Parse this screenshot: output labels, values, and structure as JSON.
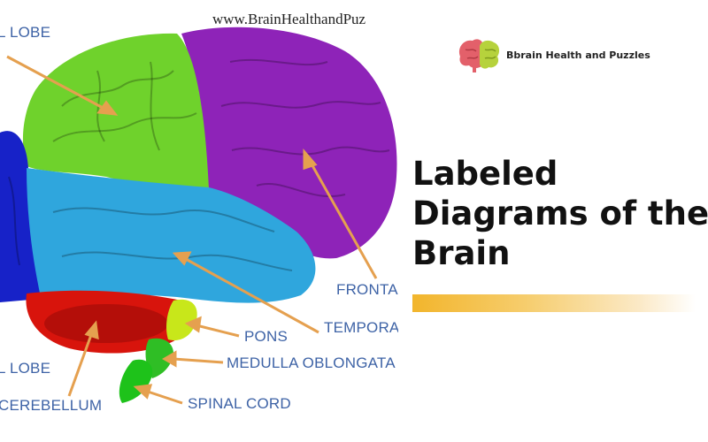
{
  "watermark": "www.BrainHealthandPuz",
  "brand": {
    "name": "Bbrain Health and Puzzles"
  },
  "title_lines": [
    "Labeled",
    "Diagrams of the",
    "Brain"
  ],
  "colors": {
    "parietal": "#6fd22c",
    "frontal": "#8e23b8",
    "temporal": "#2fa6dd",
    "occipital": "#1722c8",
    "cerebellum": "#d8140c",
    "pons": "#c8e71a",
    "medulla": "#2fbe25",
    "spinal_cord": "#1ec21a",
    "arrow": "#e5a04f",
    "label_text": "#3e63a6",
    "accent_bar": "#f2b52c"
  },
  "labels": {
    "parietal_lobe": "L LOBE",
    "frontal_lobe": "FRONTA",
    "temporal_lobe": "TEMPORA",
    "pons": "PONS",
    "medulla": "MEDULLA OBLONGATA",
    "occipital_lobe": "L LOBE",
    "cerebellum": "CEREBELLUM",
    "spinal_cord": "SPINAL CORD"
  }
}
